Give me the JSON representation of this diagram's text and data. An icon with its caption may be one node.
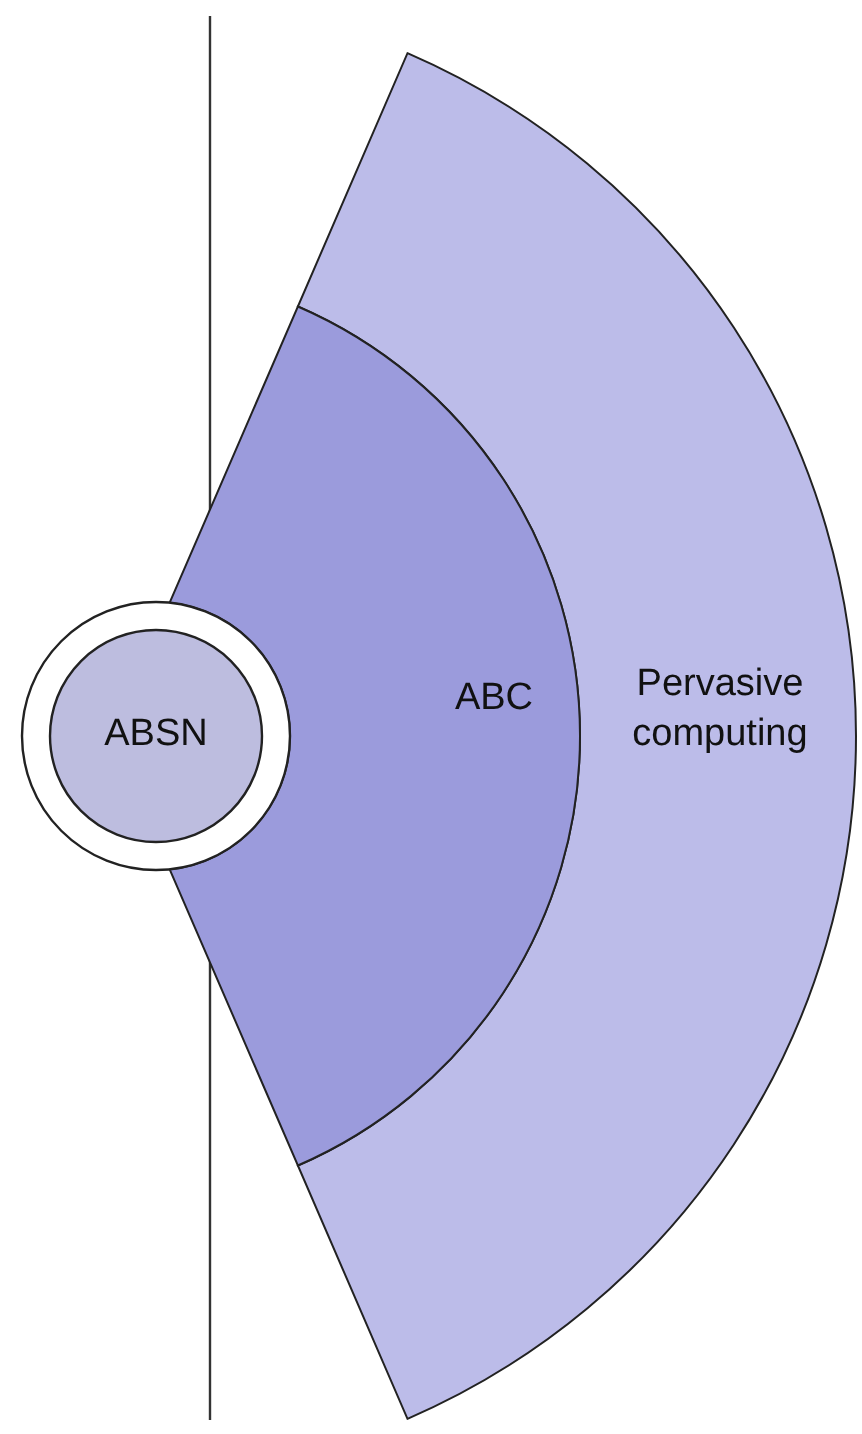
{
  "diagram": {
    "nodes": [
      {
        "text": [
          "Pervasive computing"
        ]
      },
      {
        "text": [
          "ABC"
        ]
      },
      {
        "text": [
          "ABSN"
        ]
      }
    ]
  }
}
